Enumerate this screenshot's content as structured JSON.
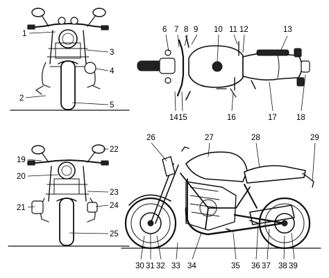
{
  "callouts": {
    "n1": "1",
    "n2": "2",
    "n3": "3",
    "n4": "4",
    "n5": "5",
    "n6": "6",
    "n7": "7",
    "n8": "8",
    "n9": "9",
    "n10": "10",
    "n11": "11",
    "n12": "12",
    "n13": "13",
    "n14": "14",
    "n15": "15",
    "n16": "16",
    "n17": "17",
    "n18": "18",
    "n19": "19",
    "n20": "20",
    "n21": "21",
    "n22": "22",
    "n23": "23",
    "n24": "24",
    "n25": "25",
    "n26": "26",
    "n27": "27",
    "n28": "28",
    "n29": "29",
    "n30": "30",
    "n31": "31",
    "n32": "32",
    "n33": "33",
    "n34": "34",
    "n35": "35",
    "n36": "36",
    "n37": "37",
    "n38": "38",
    "n39": "39"
  },
  "views": [
    "front-view",
    "top-view",
    "rear-view",
    "side-view"
  ]
}
